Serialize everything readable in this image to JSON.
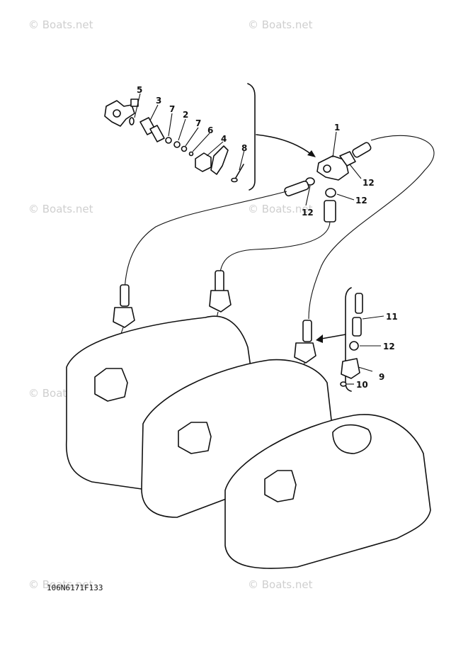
{
  "diagram": {
    "footer_code": "106N6171F133",
    "watermark": "© Boats.net",
    "callouts": {
      "c1": "1",
      "c2": "2",
      "c3": "3",
      "c4": "4",
      "c5": "5",
      "c6": "6",
      "c7a": "7",
      "c7b": "7",
      "c8": "8",
      "c9": "9",
      "c10": "10",
      "c11": "11",
      "c12a": "12",
      "c12b": "12",
      "c12c": "12",
      "c12d": "12"
    }
  }
}
